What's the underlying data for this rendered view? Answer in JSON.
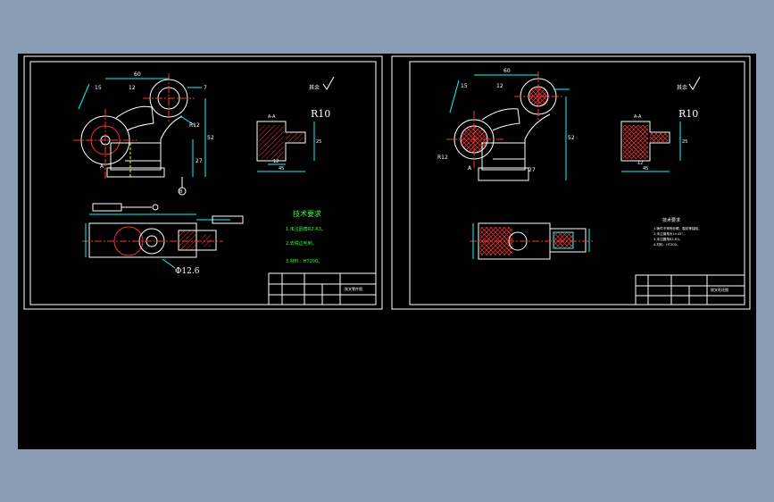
{
  "colors": {
    "background": "#8a9cb4",
    "model_space": "#000000",
    "geometry": "#ffffff",
    "dimension": "#00ffff",
    "center_line": "#ff3333",
    "hatch": "#ff3333",
    "note_text": "#33ff33",
    "hidden_line": "#ffff00"
  },
  "sheet1": {
    "roughness_label": "其余",
    "section_label": "A-A",
    "section_roughness": "R10",
    "view_arrow_label": "A",
    "datum_label": "B",
    "diameter_callout": "Φ12.6",
    "tech_title": "技术要求",
    "tech_notes": [
      "1.未注圆角R2-R3。",
      "2.去锐边毛刺。",
      "3.材料：HT200。"
    ],
    "dims_top": [
      "60",
      "15",
      "12",
      "R12"
    ],
    "dims_right": [
      "52",
      "27",
      "7"
    ],
    "section_dims": [
      "12",
      "25",
      "45"
    ],
    "title_block_name": "拨叉零件图"
  },
  "sheet2": {
    "roughness_label": "其余",
    "section_label": "A-A",
    "section_roughness": "R10",
    "view_arrow_label": "A",
    "tech_title": "技术要求",
    "tech_notes": [
      "1.铸件不得有砂眼、裂纹等缺陷。",
      "2.未注倒角为1×45°。",
      "3.未注圆角R2-R3。",
      "4.材料：HT200。"
    ],
    "dims_top": [
      "60",
      "15",
      "12",
      "R12"
    ],
    "dims_right": [
      "52",
      "27"
    ],
    "section_dims": [
      "12",
      "25",
      "45"
    ],
    "title_block_name": "拨叉毛坯图"
  }
}
